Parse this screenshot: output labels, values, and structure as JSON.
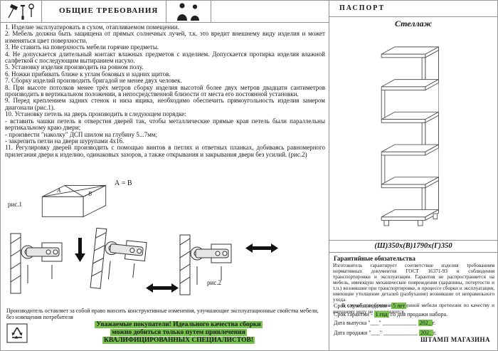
{
  "colors": {
    "highlight": "#77c14d",
    "line": "#8f8f8f"
  },
  "left": {
    "title": "ОБЩИЕ  ТРЕБОВАНИЯ",
    "items": [
      "Изделие эксплуатировать в сухом, отапливаемом помещении.",
      "Мебель должна быть защищена от прямых солнечных лучей, т.к. это вредит внешнему виду изделия и может изменяться цвет поверхности.",
      "Не ставить на поверхность мебели горячие предметы.",
      "Не допускается длительный контакт влажных предметов с изделием. Допускается протирка изделия влажной салфеткой с последующим вытиранием насухо.",
      "Установку изделия производить на ровном полу.",
      "Ножки прибивать ближе к углам боковых и задних щитов.",
      "Сборку изделий производить бригадой не менее двух человек.",
      "При высоте потолков менее трёх метров сборку изделия высотой более двух метров двадцати сантиметров производить в вертикальном положении, в непосредственной близости от места его постоянной установки.",
      "Перед креплением задних стенок и низа ящика, необходимо обеспечить прямоугольность изделия замером диагонали (рис.1).",
      "Установку петель на дверь производить в следующем порядке:\n- вставить чашки петель в отверстия дверей так, чтобы металлические прямые края петель были параллельны вертикальному краю двери;\n- произвести \"наколку\" ДСП шилом на глубину 5...7мм;\n- закрепить петли на двери шурупами 4х16.",
      "Регулировку дверей производить с помощью винтов в петлях и ответных планках, добиваясь равномерного прилегания двери к изделию, одинаковых зазоров, а также открывания и закрывания двери без усилий. (рис.2)"
    ],
    "fig1": {
      "equation": "А = В",
      "label": "рис.1",
      "diag_a": "А",
      "diag_b": "В"
    },
    "fig2": {
      "label": "рис.2"
    },
    "producer_note": "Производитель оставляет за собой право вносить конструктивные изменения, улучшающие эксплуатационные свойства мебели, без извещения потребителя",
    "buyer_note_lines": [
      "Уважаемые покупатели! Идеального качества сборки",
      "можно добиться только путем привлечения",
      "КВАЛИФИЦИРОВАННЫХ СПЕЦИАЛИСТОВ!"
    ]
  },
  "right": {
    "title": "ПАСПОРТ",
    "product_name": "Стеллаж",
    "dimensions": "(Ш)350х(В)1790х(Г)350",
    "warranty_title": "Гарантийные обязательства",
    "warranty_p1": "Изготовитель гарантирует соответствие изделия требованиям нормативных документов ГОСТ 16371-93 и соблюдения транспортировки и эксплуатации. Гарантия не распространяется на мебель, имеющую механические повреждения (царапины, потертости и т.п.) возникшие при транспортировке, в процессе сборки и эксплуатации, имеющие утолщение деталей (разбухание) возникшие от неправильного ухода.",
    "warranty_p2": "В случае приобретения уцененной мебели претензии по качеству и внешнему виду не принимаются.",
    "service_life_label": "Срок службы изделия - ",
    "service_life_value": "5 лет",
    "service_life_suffix": ".",
    "warranty_period_label": "Срок гарантии - ",
    "warranty_period_value": "1 год",
    "warranty_period_suffix": " со дня продажи набора.",
    "date_issue_label": "Дата выпуска",
    "date_sale_label": "Дата продажи",
    "date_quotes": "\"___\"",
    "date_line": "____________",
    "date_year": "202_",
    "date_year_suffix": "г.",
    "stamp": "ШТАМП МАГАЗИНА"
  }
}
